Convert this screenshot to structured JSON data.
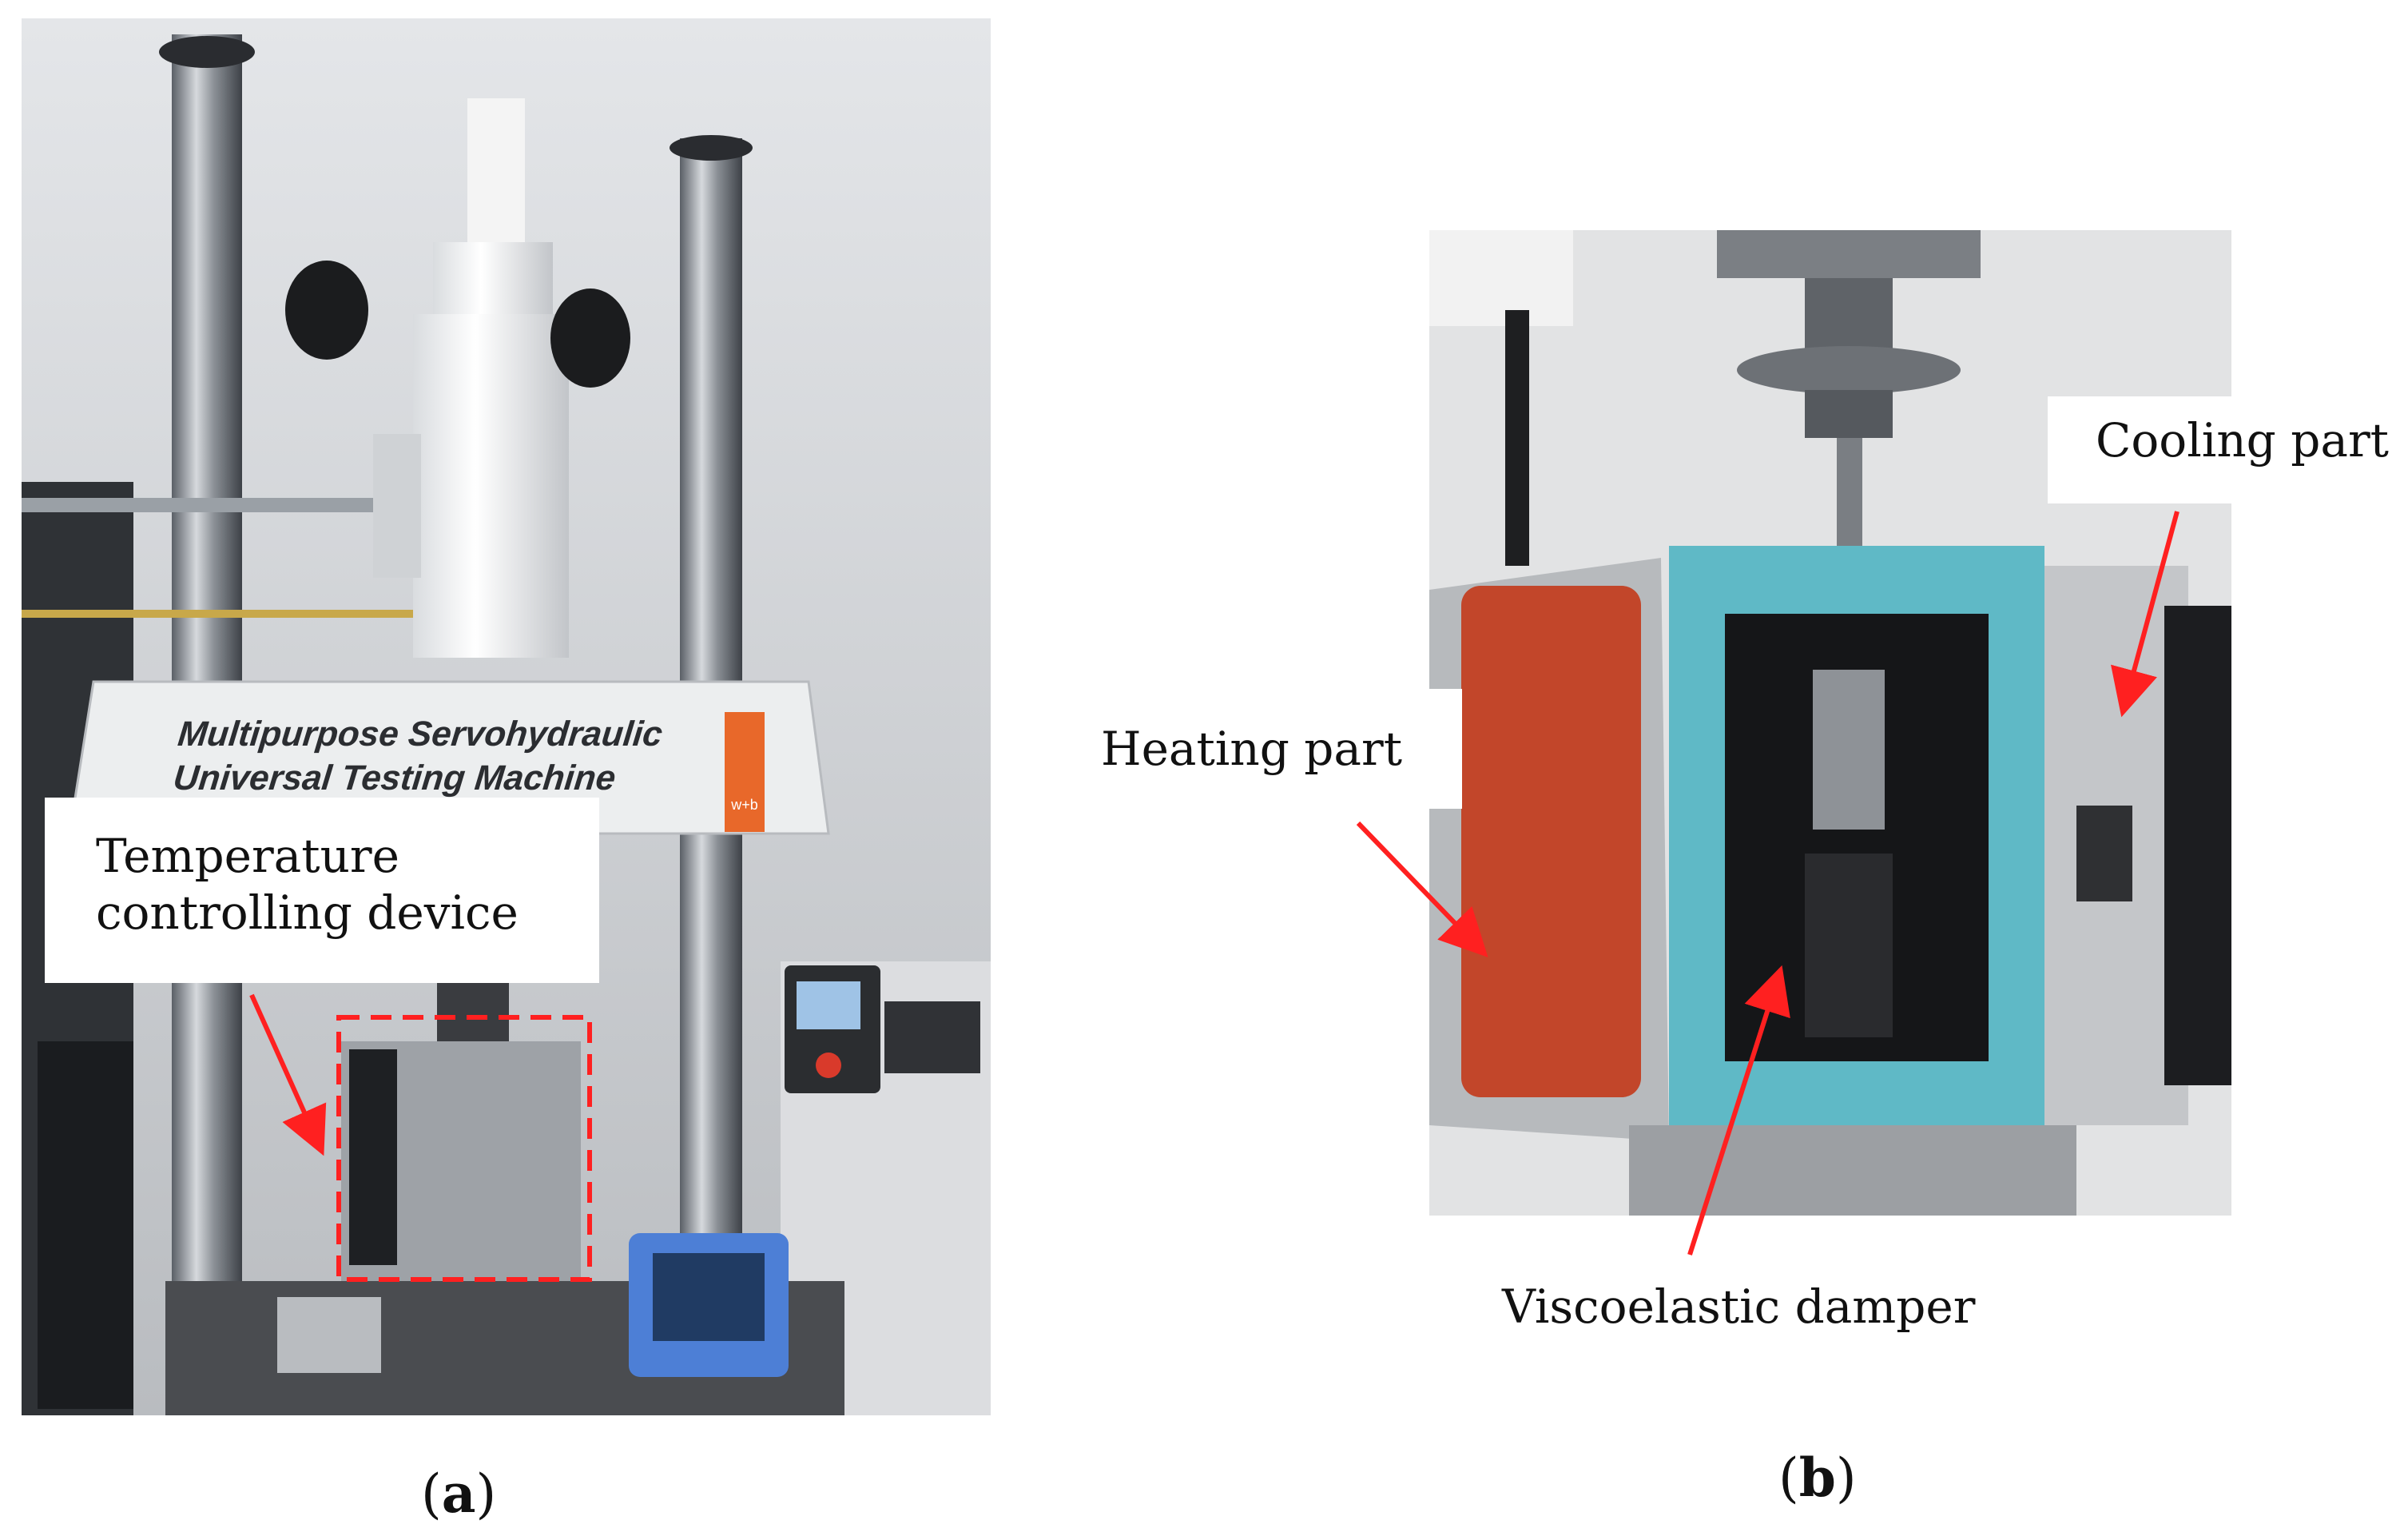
{
  "panel_a": {
    "machine_text_line1": "Multipurpose Servohydraulic",
    "machine_text_line2": "Universal Testing Machine",
    "logo_text": "w+b",
    "label_line1": "Temperature",
    "label_line2": "controlling device",
    "caption_open": "(",
    "caption_letter": "a",
    "caption_close": ")"
  },
  "panel_b": {
    "cooling_label": "Cooling part",
    "heating_label": "Heating part",
    "damper_label": "Viscoelastic damper",
    "caption_open": "(",
    "caption_letter": "b",
    "caption_close": ")"
  },
  "colors": {
    "annotation_red": "#ff2020",
    "heater_pad": "#c2462a",
    "insulation_foam": "#5fb9c6",
    "logo_orange": "#e8682a"
  }
}
